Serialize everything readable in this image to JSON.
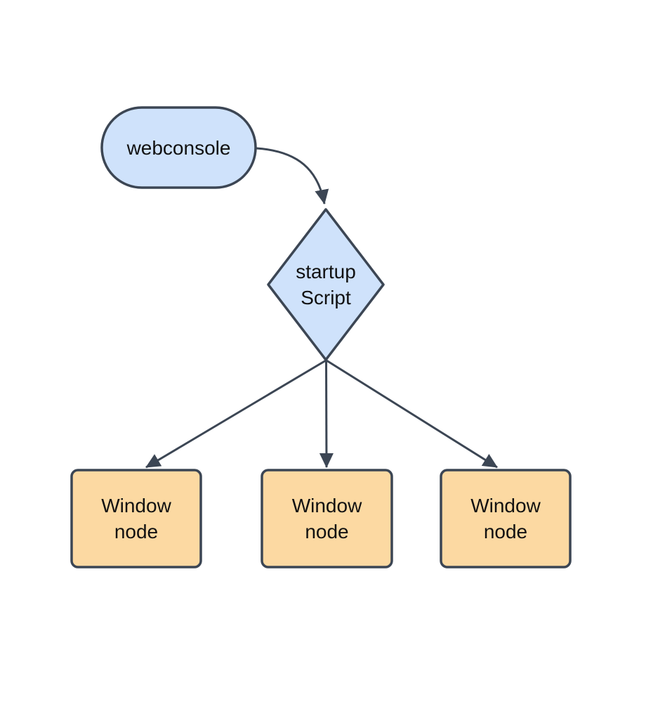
{
  "diagram": {
    "background_color": "#ffffff",
    "stroke_color": "#3c4654",
    "text_color": "#111111",
    "nodes": {
      "webconsole": {
        "label": "webconsole",
        "shape": "pill",
        "fill": "#cfe2fb"
      },
      "startup_script": {
        "label": "startup\nScript",
        "shape": "diamond",
        "fill": "#cfe2fb"
      },
      "window_node_1": {
        "label": "Window\nnode",
        "shape": "rectangle",
        "fill": "#fcd9a2"
      },
      "window_node_2": {
        "label": "Window\nnode",
        "shape": "rectangle",
        "fill": "#fcd9a2"
      },
      "window_node_3": {
        "label": "Window\nnode",
        "shape": "rectangle",
        "fill": "#fcd9a2"
      }
    },
    "edges": [
      {
        "from": "webconsole",
        "to": "startup_script",
        "style": "curved-arrow"
      },
      {
        "from": "startup_script",
        "to": "window_node_1",
        "style": "straight-arrow"
      },
      {
        "from": "startup_script",
        "to": "window_node_2",
        "style": "straight-arrow"
      },
      {
        "from": "startup_script",
        "to": "window_node_3",
        "style": "straight-arrow"
      }
    ]
  }
}
